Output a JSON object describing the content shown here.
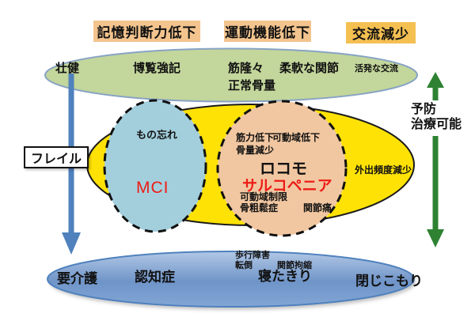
{
  "colors": {
    "header_box_peach": "#f4c48e",
    "header_box_gold": "#f5c052",
    "healthy_ellipse_green": "#c3d69b",
    "healthy_ellipse_border": "#87a3c4",
    "frail_ellipse_yellow": "#ffe205",
    "memory_circle_blue": "#a3cfdd",
    "motor_circle_orange": "#f1c7a1",
    "disability_ellipse_blue": "#6f94c8",
    "arrow_blue": "#4f81bd",
    "arrow_green": "#2e8232",
    "alert_red": "#ed1c16"
  },
  "header": {
    "memory_decline": "記憶判断力低下",
    "motor_decline": "運動機能低下",
    "social_decline": "交流減少"
  },
  "healthy": {
    "robust": "壮健",
    "erudition": "博覧強記",
    "muscular": "筋隆々",
    "normal_bone": "正常骨量",
    "flexible_joints": "柔軟な関節",
    "active_social": "活発な交流"
  },
  "frail": {
    "label": "フレイル",
    "memory": {
      "forgetfulness": "もの忘れ",
      "mci": "MCI"
    },
    "motor": {
      "muscle_weakness": "筋力低下",
      "rom_decline": "可動域低下",
      "bone_loss": "骨量減少",
      "locomo": "ロコモ",
      "sarcopenia": "サルコペニア",
      "rom_restriction": "可動域制限",
      "osteoporosis": "骨粗鬆症",
      "joint_pain": "関節痛"
    },
    "outing_decline": "外出頻度減少"
  },
  "prevention": {
    "line1": "予防",
    "line2": "治療可能"
  },
  "disability": {
    "care_needed": "要介護",
    "dementia": "認知症",
    "gait_disorder": "歩行障害",
    "falls": "転倒",
    "joint_contracture": "関節拘縮",
    "bedridden": "寝たきり",
    "homebound": "閉じこもり"
  }
}
